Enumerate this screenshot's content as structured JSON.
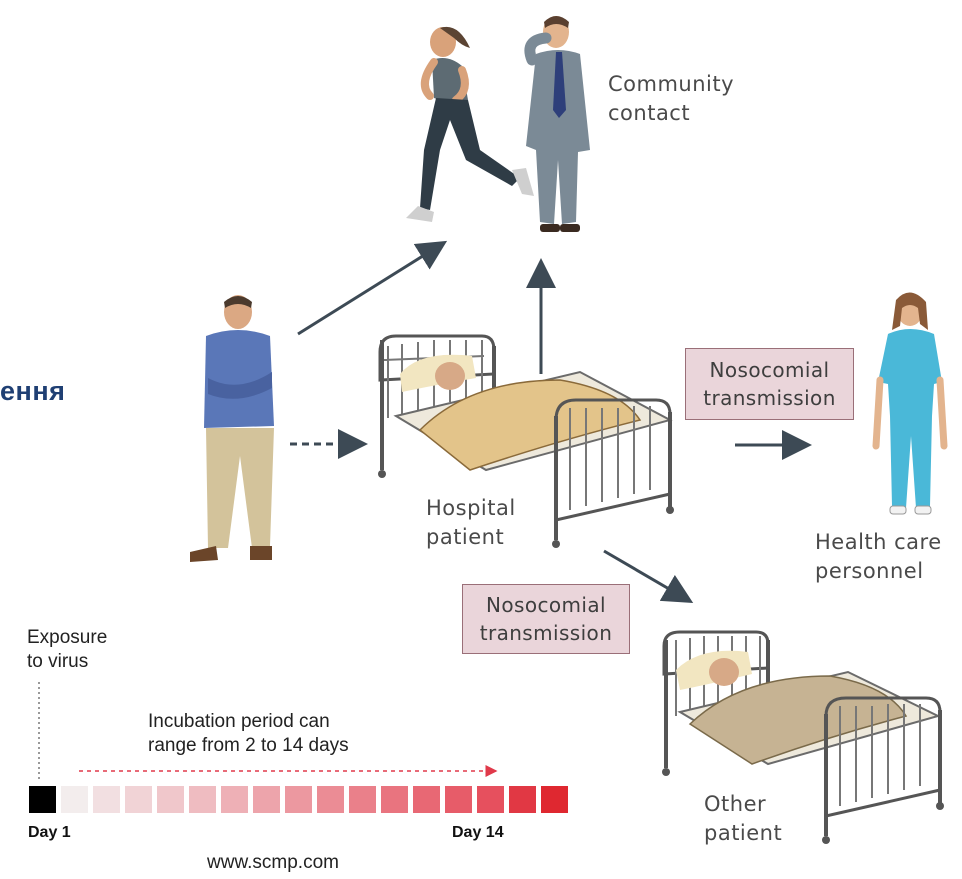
{
  "labels": {
    "community": [
      "Community",
      "contact"
    ],
    "hospital_patient": [
      "Hospital",
      "patient"
    ],
    "health_care": [
      "Health care",
      "personnel"
    ],
    "other_patient": [
      "Other",
      "patient"
    ]
  },
  "tags": {
    "nosocomial_upper": [
      "Nosocomial",
      "transmission"
    ],
    "nosocomial_lower": [
      "Nosocomial",
      "transmission"
    ]
  },
  "side_title": "ення",
  "timeline": {
    "exposure": [
      "Exposure",
      "to virus"
    ],
    "incubation": [
      "Incubation period can",
      "range from 2 to 14 days"
    ],
    "day_start": "Day 1",
    "day_end": "Day 14",
    "days": 17,
    "first_color": "#000000",
    "colors": [
      "#f3eded",
      "#f2dfe1",
      "#f1d3d6",
      "#f0c7cb",
      "#efbcc1",
      "#eeb0b6",
      "#eda4ab",
      "#ec98a0",
      "#eb8c95",
      "#ea808a",
      "#e9747f",
      "#e86874",
      "#e75c69",
      "#e6505e",
      "#e13844",
      "#df2830"
    ]
  },
  "source": "www.scmp.com",
  "colors": {
    "arrow": "#3d4a55",
    "tag_fill": "#ead5da",
    "title": "#1f3f73",
    "timeline_arrow": "#e0394a"
  }
}
